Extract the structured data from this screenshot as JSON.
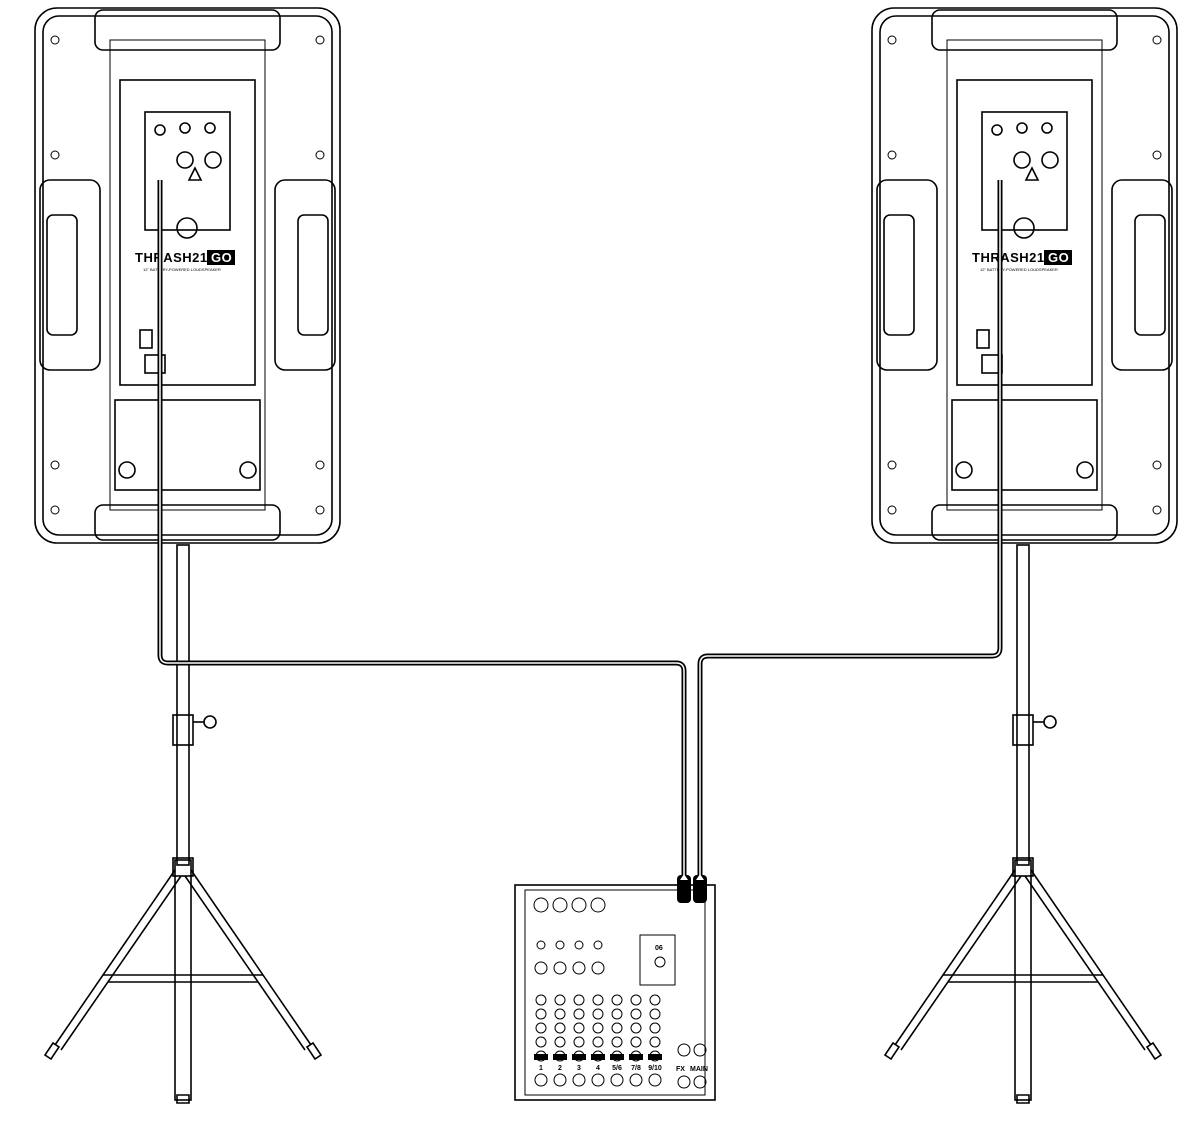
{
  "speakers": [
    {
      "id": "left",
      "logo_text": "THRASH212",
      "logo_badge": "GO",
      "subtitle": "12\" BATTERY-POWERED LOUDSPEAKER"
    },
    {
      "id": "right",
      "logo_text": "THRASH212",
      "logo_badge": "GO",
      "subtitle": "12\" BATTERY-POWERED LOUDSPEAKER"
    }
  ],
  "mixer": {
    "display": "06",
    "channel_labels": [
      "1",
      "2",
      "3",
      "4",
      "5/6",
      "7/8",
      "9/10"
    ],
    "fx_label": "FX",
    "main_label": "MAIN"
  }
}
